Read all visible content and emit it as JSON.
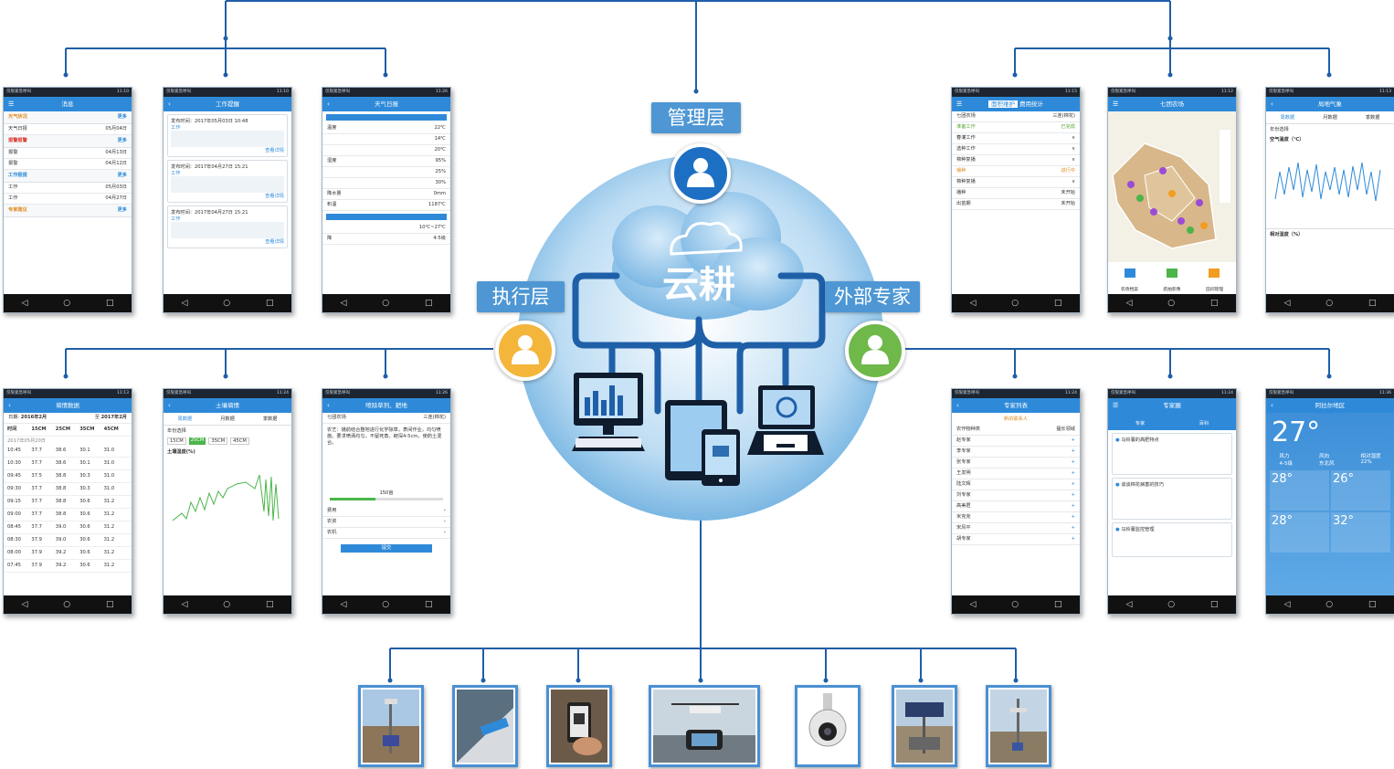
{
  "center": {
    "brand": "云耕",
    "labels": {
      "management": "管理层",
      "execution": "执行层",
      "expert": "外部专家"
    },
    "colors": {
      "management": "#1d6fc3",
      "execution": "#f4b53b",
      "expert": "#6fb84a",
      "line": "#1f5ea8"
    }
  },
  "phones": {
    "p1": {
      "title": "消息",
      "time": "11:10",
      "items": [
        "天气状况",
        "天气日报",
        "报警报警",
        "报警",
        "工作报报",
        "工作",
        "专家建议"
      ],
      "more": "更多"
    },
    "p2": {
      "title": "工作提醒",
      "time": "11:10",
      "items": [
        "发布时间：2017年05月03日 10:48",
        "发布时间：2017年04月27日 15:21",
        "发布时间：2017年04月27日 15:21"
      ],
      "card": "工作",
      "link": "查看详情"
    },
    "p3": {
      "title": "天气日报",
      "time": "11:26",
      "rows": [
        "温度",
        "湿度",
        "降水量",
        "积温",
        "降",
        "22℃",
        "14℃",
        "20℃",
        "95%",
        "25%",
        "30%"
      ]
    },
    "p4": {
      "title": "",
      "time": "11:15",
      "tabs": [
        "面积维护",
        "费用统计"
      ],
      "filters": [
        "七团农场",
        "三连(棉花)"
      ],
      "items": [
        "准备工作",
        "春灌工作",
        "选种工作",
        "棉种复播",
        "播种",
        "出苗期"
      ]
    },
    "p5": {
      "title": "七团农场",
      "time": "11:12",
      "icons": [
        "农场档案",
        "航拍影像",
        "田间管理"
      ]
    },
    "p6": {
      "title": "局地气象",
      "time": "11:13",
      "tabs": [
        "周数据",
        "月数据",
        "季数据"
      ],
      "chart_title": "空气温度（℃）",
      "year": "年份选择",
      "footer": "相对湿度（%）"
    },
    "p7": {
      "title": "墒情数据",
      "time": "11:13",
      "date_from": "2016年2月",
      "date_to": "2017年2月",
      "headers": [
        "时间",
        "15CM",
        "25CM",
        "35CM",
        "45CM"
      ],
      "date": "2017年05月20日",
      "rows": [
        [
          "10:45",
          "37.7",
          "38.6",
          "30.1",
          "31.0"
        ],
        [
          "10:30",
          "37.7",
          "38.6",
          "30.1",
          "31.0"
        ],
        [
          "09:45",
          "37.5",
          "38.8",
          "30.3",
          "31.0"
        ],
        [
          "09:30",
          "37.7",
          "38.8",
          "30.3",
          "31.0"
        ],
        [
          "09:15",
          "37.7",
          "38.8",
          "30.6",
          "31.2"
        ],
        [
          "09:00",
          "37.7",
          "38.8",
          "30.6",
          "31.2"
        ],
        [
          "08:45",
          "37.7",
          "39.0",
          "30.6",
          "31.2"
        ],
        [
          "08:30",
          "37.9",
          "39.0",
          "30.6",
          "31.2"
        ],
        [
          "08:00",
          "37.9",
          "39.2",
          "30.6",
          "31.2"
        ],
        [
          "07:45",
          "37.9",
          "39.2",
          "30.6",
          "31.2"
        ]
      ]
    },
    "p8": {
      "title": "土壤墒情",
      "time": "11:24",
      "tabs": [
        "周数据",
        "月数据",
        "季数据"
      ],
      "depths": [
        "15CM",
        "25CM",
        "35CM",
        "45CM"
      ],
      "chart_title": "土壤湿度(%)",
      "year": "年份选择"
    },
    "p9": {
      "title": "喷除草剂、耙地",
      "time": "11:26",
      "farm": "七团农场",
      "field": "三连(棉花)",
      "text": "农艺：播前结合整地进行化学除草，表间作业，均匀喷施。要求喷洒均匀，不留死角，耙深4-5cm，使药土混合。",
      "slider": "150亩",
      "items": [
        "费用",
        "农资",
        "农机"
      ],
      "submit": "提交"
    },
    "p10": {
      "title": "专家列表",
      "time": "11:24",
      "subtitle": "新的联系人",
      "filters": [
        "农作物种类",
        "擅长领域"
      ],
      "names": [
        "赵专家",
        "李专家",
        "张专家",
        "王发明",
        "陆文辉",
        "刘专家",
        "高美君",
        "米克克",
        "宋风平",
        "胡专家"
      ]
    },
    "p11": {
      "title": "专家圈",
      "time": "11:24",
      "tabs": [
        "专家",
        "百科"
      ],
      "posts": [
        "马铃薯的高肥特点",
        "谈谈棉花病害的技巧",
        "马铃薯监控管理"
      ]
    },
    "p12": {
      "title": "阿拉尔地区",
      "time": "11:36",
      "temp": "27°",
      "wind": "风力",
      "wind_val": "4-5级",
      "wind_dir": "风向",
      "dir_val": "东北风",
      "humidity": "相对湿度",
      "hum_val": "22%",
      "forecast": [
        "28°",
        "26°",
        "28°",
        "32°"
      ]
    }
  }
}
